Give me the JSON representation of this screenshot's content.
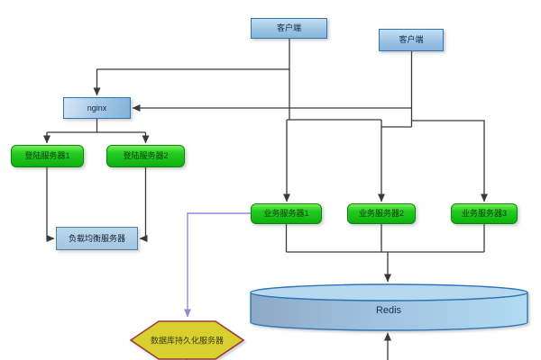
{
  "diagram": {
    "nodes": {
      "client_top": {
        "label": "客户端",
        "shape": "rect",
        "fill": "blue"
      },
      "client_right": {
        "label": "客户端",
        "shape": "rect",
        "fill": "blue"
      },
      "nginx": {
        "label": "nginx",
        "shape": "rect",
        "fill": "blue"
      },
      "login_server_1": {
        "label": "登陆服务器1",
        "shape": "rounded",
        "fill": "green"
      },
      "login_server_2": {
        "label": "登陆服务器2",
        "shape": "rounded",
        "fill": "green"
      },
      "load_balancer": {
        "label": "负载均衡服务器",
        "shape": "rect",
        "fill": "blue"
      },
      "biz_server_1": {
        "label": "业务服务器1",
        "shape": "rounded",
        "fill": "green"
      },
      "biz_server_2": {
        "label": "业务服务器2",
        "shape": "rounded",
        "fill": "green"
      },
      "biz_server_3": {
        "label": "业务服务器3",
        "shape": "rounded",
        "fill": "green"
      },
      "redis": {
        "label": "Redis",
        "shape": "cylinder",
        "fill": "blue"
      },
      "db_persistence": {
        "label": "数据库持久化服务器",
        "shape": "hexagon",
        "fill": "yellow"
      }
    },
    "edges": [
      {
        "from": "client_top",
        "to": "nginx"
      },
      {
        "from": "client_right",
        "to": "nginx"
      },
      {
        "from": "client_top",
        "to": "biz_server_1"
      },
      {
        "from": "client_top",
        "to": "biz_server_2"
      },
      {
        "from": "client_right",
        "to": "biz_server_2"
      },
      {
        "from": "client_right",
        "to": "biz_server_3"
      },
      {
        "from": "nginx",
        "to": "login_server_1"
      },
      {
        "from": "nginx",
        "to": "login_server_2"
      },
      {
        "from": "login_server_1",
        "to": "load_balancer"
      },
      {
        "from": "login_server_2",
        "to": "load_balancer"
      },
      {
        "from": "biz_server_1",
        "to": "redis"
      },
      {
        "from": "biz_server_2",
        "to": "redis"
      },
      {
        "from": "biz_server_3",
        "to": "redis"
      },
      {
        "from": "biz_server_1",
        "to": "db_persistence",
        "style": "purple"
      },
      {
        "from": "offscreen-bottom",
        "to": "redis",
        "style": "up-arrow"
      }
    ],
    "colors": {
      "blue_border": "#2e75b6",
      "green_border": "#0b870b",
      "hexagon_fill": "#d8d02e",
      "hexagon_border": "#9e3a3a",
      "connector": "#3a3a3a",
      "persistence_connector": "#8c8cd8"
    }
  }
}
